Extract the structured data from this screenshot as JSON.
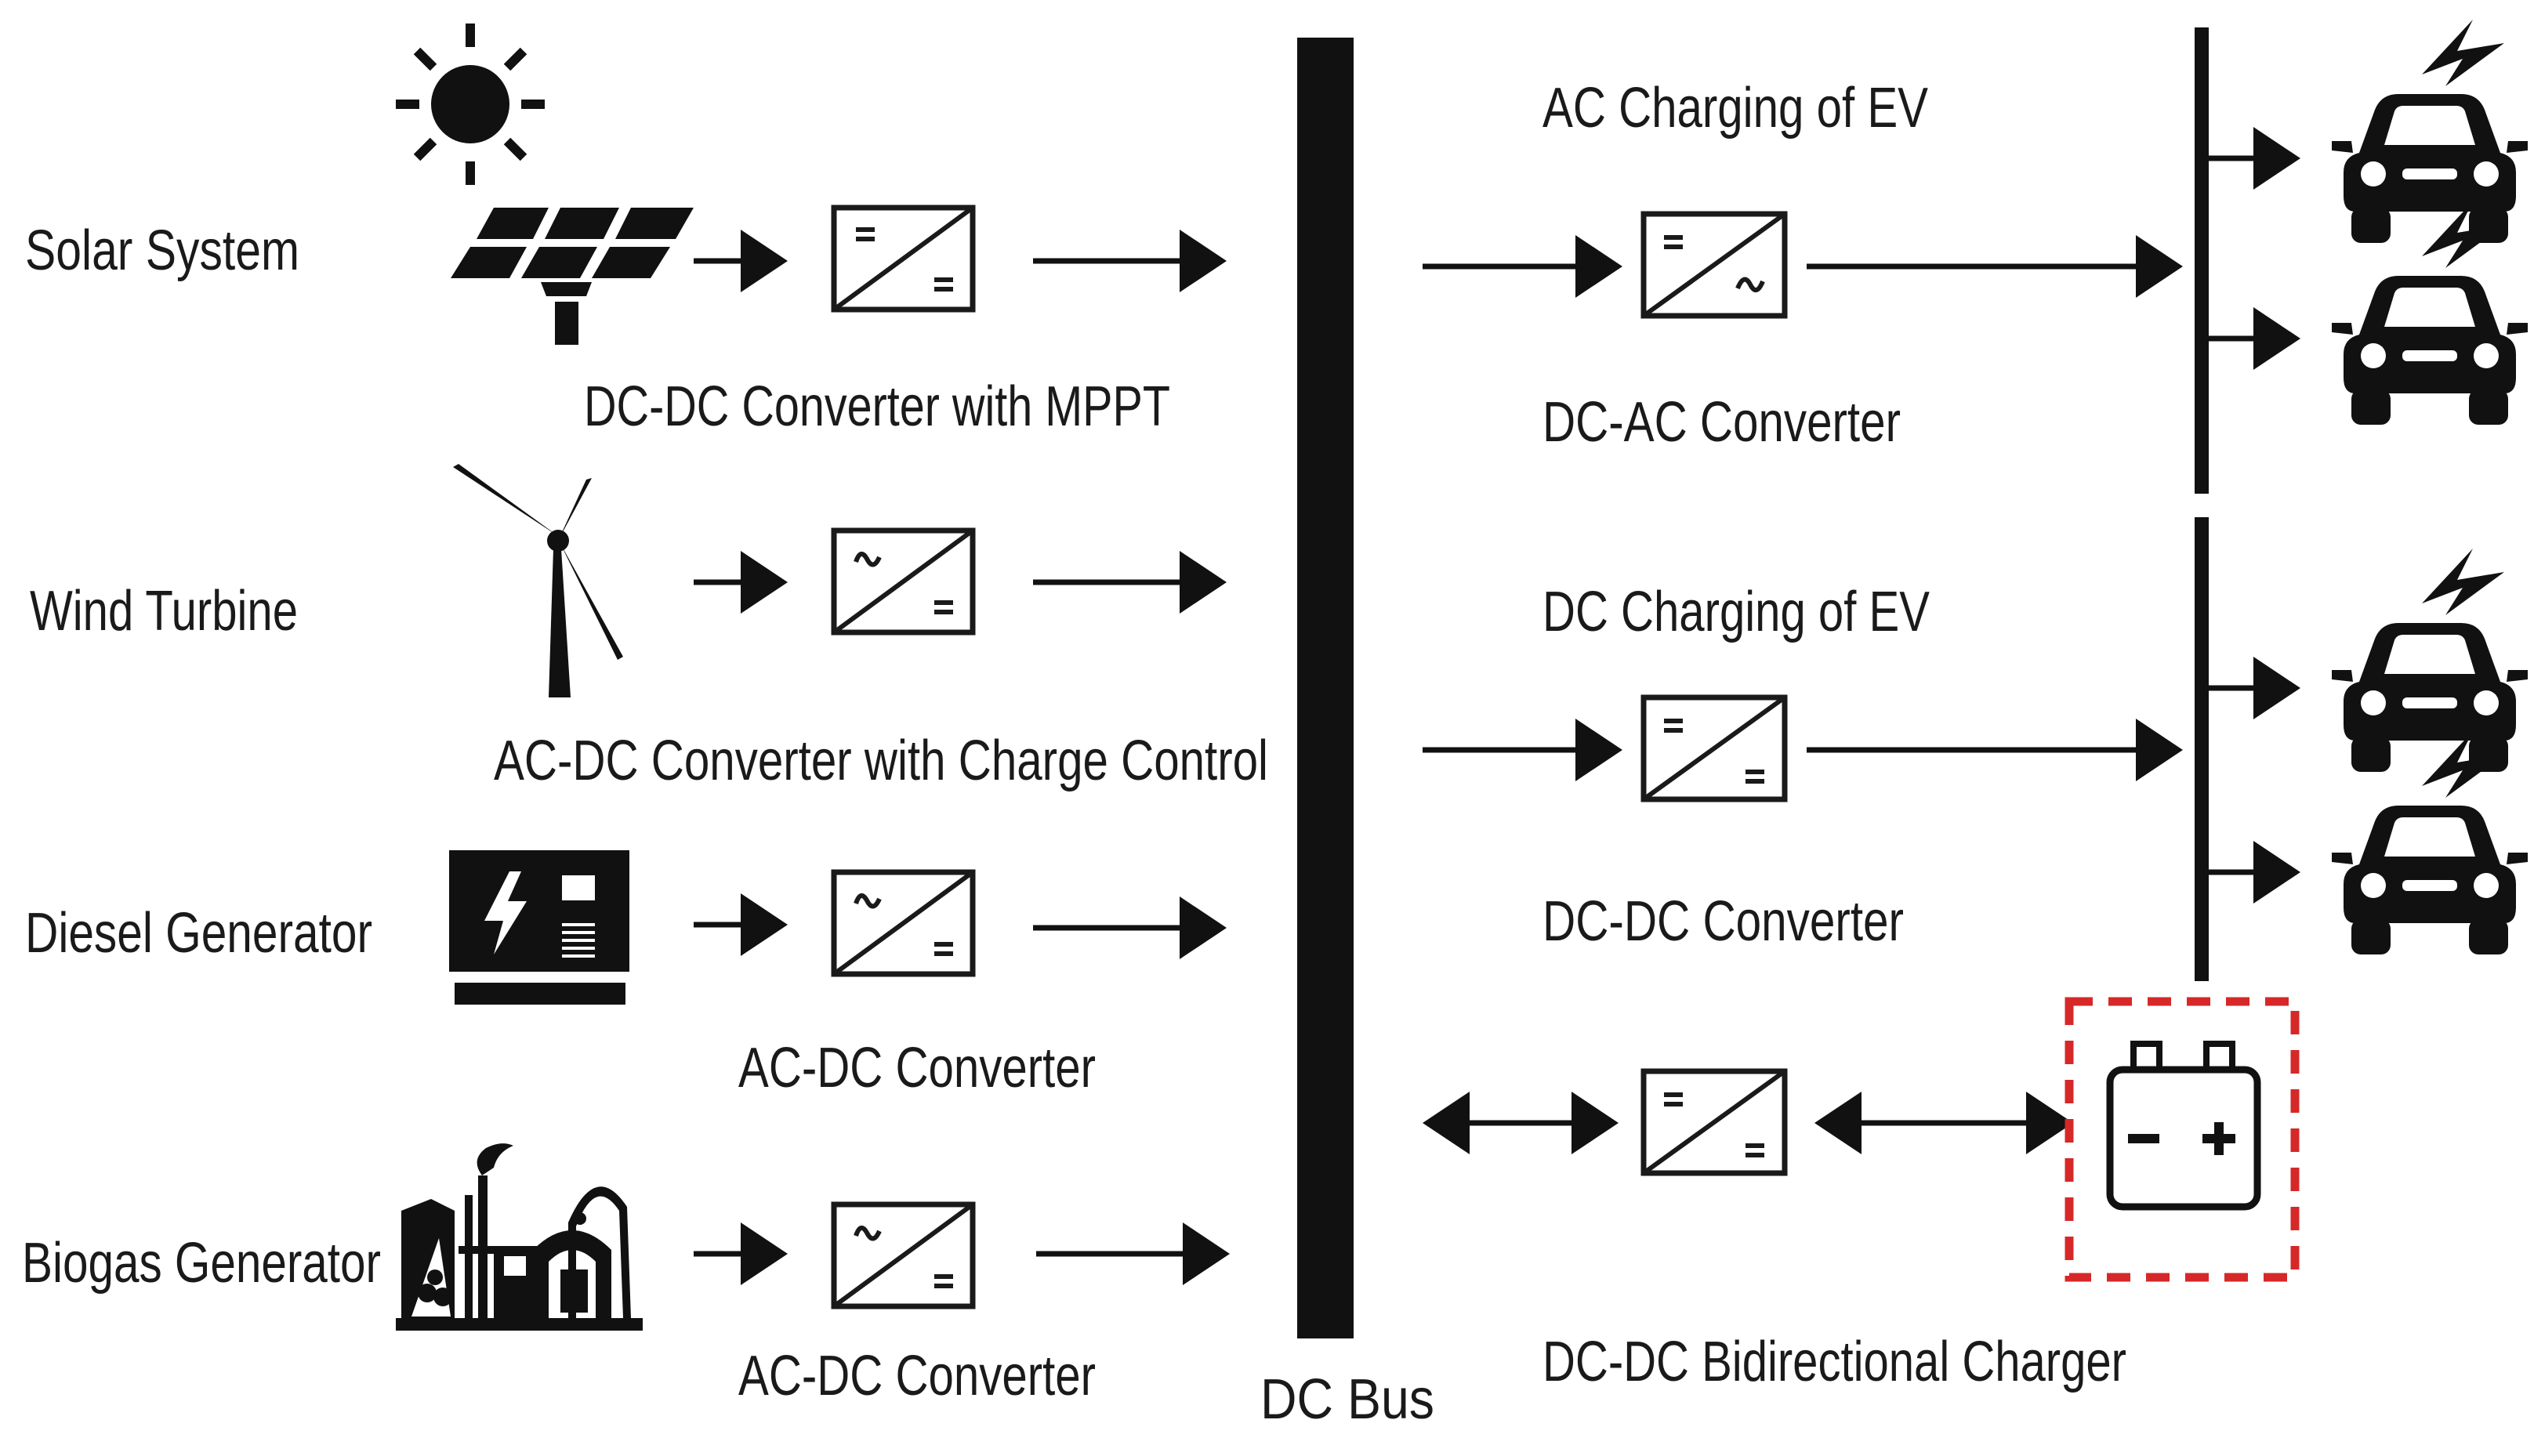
{
  "sources": [
    {
      "label": "Solar System",
      "converter": "DC-DC Converter with MPPT"
    },
    {
      "label": "Wind Turbine",
      "converter": "AC-DC Converter with Charge Control"
    },
    {
      "label": "Diesel Generator",
      "converter": "AC-DC Converter"
    },
    {
      "label": "Biogas Generator",
      "converter": "AC-DC Converter"
    }
  ],
  "bus": {
    "label": "DC Bus"
  },
  "loads": [
    {
      "title": "AC Charging of EV",
      "converter": "DC-AC Converter"
    },
    {
      "title": "DC Charging of EV",
      "converter": "DC-DC Converter"
    },
    {
      "title": "",
      "converter": "DC-DC Bidirectional Charger"
    }
  ],
  "icons": [
    "sun-icon",
    "solar-panel-icon",
    "wind-turbine-icon",
    "diesel-generator-icon",
    "biogas-plant-icon",
    "electric-car-icon",
    "battery-icon"
  ],
  "colors": {
    "battery_highlight": "#d62828",
    "stroke": "#111111"
  }
}
